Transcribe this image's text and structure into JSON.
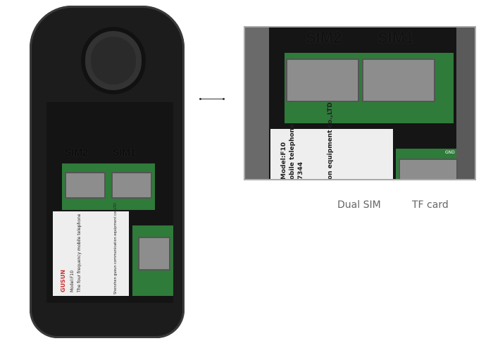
{
  "phone_label": {
    "brand": "GUSUN",
    "model": "Model:F10",
    "product": "The four frequency mobile telephone",
    "maker": "Shenzhen gusun communication equipment co.,LTD"
  },
  "slots": {
    "sim2": "SIM2",
    "sim1": "SIM1"
  },
  "inset_label": {
    "model": "Model:F10",
    "product": "obile telephone",
    "code": "7344",
    "maker": "on equipment co.,LTD",
    "gnd": "GND"
  },
  "captions": {
    "dual_sim": "Dual SIM",
    "tf_card": "TF card"
  },
  "colors": {
    "pcb": "#2f7b3a",
    "body": "#1c1c1c"
  }
}
